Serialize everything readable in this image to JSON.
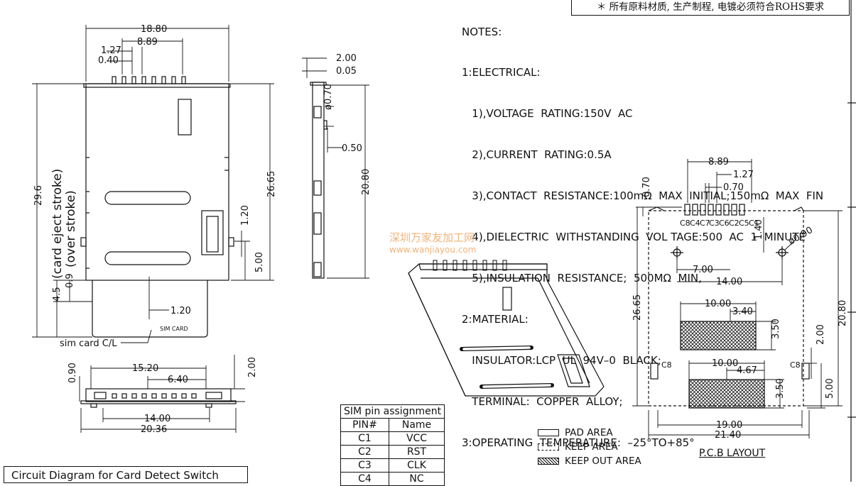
{
  "notes": {
    "lines": [
      "NOTES:",
      "1:ELECTRICAL:",
      "   1),VOLTAGE  RATING:150V  AC",
      "   2),CURRENT  RATING:0.5A",
      "   3),CONTACT  RESISTANCE:100mΩ  MAX  INITIAL;150mΩ  MAX  FIN",
      "   4),DIELECTRIC  WITHSTANDING  VOL TAGE:500  AC  1  MINUTE",
      "   5),INSULATION  RESISTANCE;  500MΩ  MIN,",
      "2:MATERIAL:",
      "   INSULATOR:LCP  UL  94V–0  BLACK;",
      "   TERMINAL:  COPPER  ALLOY;",
      "3:OPERATING  TEMPERATURE:  –25°TO+85°"
    ],
    "rohs": "＊ 所有原料材质, 生产制程, 电镀必须符合ROHS要求"
  },
  "top_view": {
    "dims": [
      "18.80",
      "8.89",
      "1.27",
      "0.40",
      "26.65",
      "29.6",
      "4.5",
      "0.9",
      "1.20",
      "5.00",
      "1.20"
    ],
    "vertical_labels": [
      "(card eject stroke)",
      "(over stroke)"
    ],
    "card_label": "SIM CARD",
    "callout": "sim card C/L"
  },
  "side_view": {
    "dims": [
      "2.00",
      "0.05",
      "ø0.70",
      "0.50",
      "20.80"
    ]
  },
  "front_view": {
    "dims": [
      "15.20",
      "6.40",
      "0.90",
      "2.00",
      "14.00",
      "20.36"
    ]
  },
  "pcb": {
    "dims": [
      "8.89",
      "1.27",
      "0.70",
      "0.70",
      "1.40",
      "ø0.90",
      "7.00",
      "14.00",
      "26.65",
      "10.00",
      "3.40",
      "3.50",
      "2.00",
      "20.80",
      "10.00",
      "4.67",
      "3.50",
      "5.00",
      "19.00",
      "21.40"
    ],
    "pin_labels": [
      "C8",
      "C4",
      "C7",
      "C3",
      "C6",
      "C2",
      "C5",
      "C1"
    ],
    "cd_left": "C8",
    "cd_right": "C8",
    "title": "P.C.B  LAYOUT"
  },
  "legend": {
    "items": [
      "PAD  AREA",
      "KEEP  AREA",
      "KEEP  OUT  AREA"
    ]
  },
  "pin_table": {
    "title": "SIM  pin  assignment",
    "headers": [
      "PIN#",
      "Name"
    ],
    "rows": [
      [
        "C1",
        "VCC"
      ],
      [
        "C2",
        "RST"
      ],
      [
        "C3",
        "CLK"
      ],
      [
        "C4",
        "NC"
      ]
    ]
  },
  "circuit_title": "Circuit  Diagram  for  Card  Detect  Switch",
  "watermark": {
    "cn": "深圳万家友加工网",
    "url": "www.wanjiayou.com"
  }
}
